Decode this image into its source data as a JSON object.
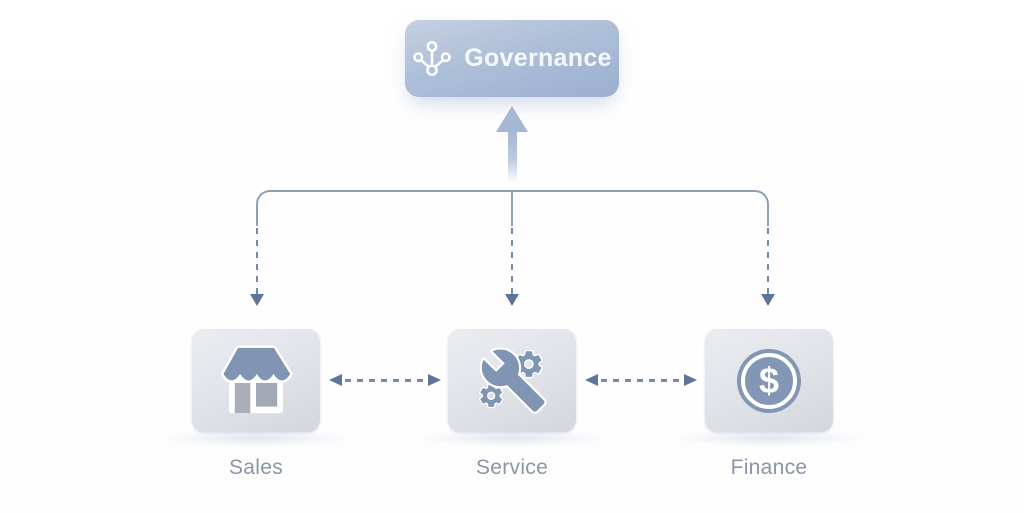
{
  "governance": {
    "label": "Governance",
    "icon": "network-nodes-icon"
  },
  "departments": [
    {
      "id": "sales",
      "label": "Sales",
      "icon": "storefront-icon"
    },
    {
      "id": "service",
      "label": "Service",
      "icon": "wrench-gears-icon"
    },
    {
      "id": "finance",
      "label": "Finance",
      "icon": "dollar-coin-icon"
    }
  ],
  "finance_coin": {
    "symbol": "$"
  },
  "connections": {
    "governance_feed": "upward solid arrow from bracket to Governance",
    "drops": "dashed downward arrows from bracket to Sales, Service, Finance",
    "peer_links": "dashed double-headed arrows Sales–Service and Service–Finance"
  },
  "colors": {
    "governance_gradient_top": "#c6d0e2",
    "governance_gradient_bottom": "#9bafcf",
    "governance_text": "#f5f8fc",
    "connector_line": "#8e9fba",
    "dashed_arrow": "#7589ab",
    "arrowhead": "#5f7598",
    "up_arrow": "#a4b7d4",
    "tile_fill_top": "#ebedf1",
    "tile_fill_bottom": "#d3d7dd",
    "icon_accent": "#8095b3",
    "label_text": "#8b95a7"
  }
}
